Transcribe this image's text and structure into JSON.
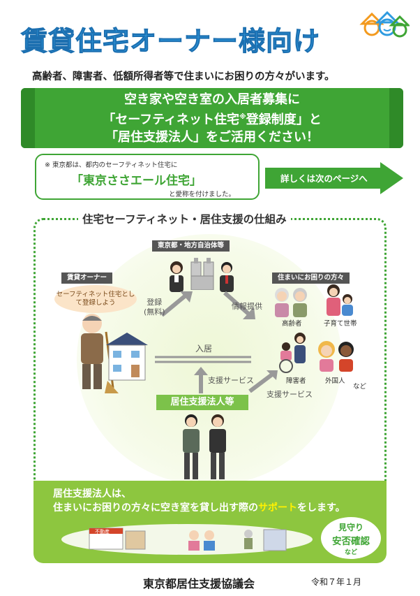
{
  "header": {
    "title": "賃貸住宅オーナー様向け",
    "subtitle": "高齢者、障害者、低額所得者等で住まいにお困りの方々がいます。"
  },
  "banner": {
    "line1": "空き家や空き室の入居者募集に",
    "line2_pre": "「セーフティネット住宅",
    "line2_mark": "※",
    "line2_post": "登録制度」と",
    "line3": "「居住支援法人」をご活用ください！"
  },
  "nickname": {
    "note": "※ 東京都は、都内のセーフティネット住宅に",
    "name": "「東京ささエール住宅」",
    "tail": "と愛称を付けました。"
  },
  "next_page_button": {
    "label": "詳しくは次のページへ"
  },
  "scheme": {
    "title": "住宅セーフティネット・居住支援の仕組み",
    "gov_tag": "東京都・地方自治体等",
    "owner_tag": "賃貸オーナー",
    "people_tag": "住まいにお困りの方々",
    "owner_speech": "セーフティネット住宅として登録しよう",
    "register_label": "登録\n(無料)",
    "info_label": "情報提供",
    "move_in_label": "入居",
    "support_service_1": "支援サービス",
    "support_service_2": "支援サービス",
    "hojin_tag": "居住支援法人等",
    "people": {
      "elderly": "高齢者",
      "child_household": "子育て世帯",
      "disabled": "障害者",
      "foreigner": "外国人",
      "etc": "など"
    }
  },
  "support_panel": {
    "line1": "居住支援法人は、",
    "line2_pre": "住まいにお困りの方々に空き室を貸し出す際の",
    "line2_highlight": "サポート",
    "line2_post": "をします。",
    "shop_sign": "不動産",
    "badge_l1": "見守り",
    "badge_l2": "安否確認",
    "badge_l3": "など"
  },
  "footer": {
    "org": "東京都居住支援協議会",
    "date": "令和７年１月"
  },
  "colors": {
    "title_blue": "#2f9be0",
    "brand_green": "#3fa535",
    "panel_green": "#8dc63f",
    "highlight_yellow": "#fff200"
  }
}
